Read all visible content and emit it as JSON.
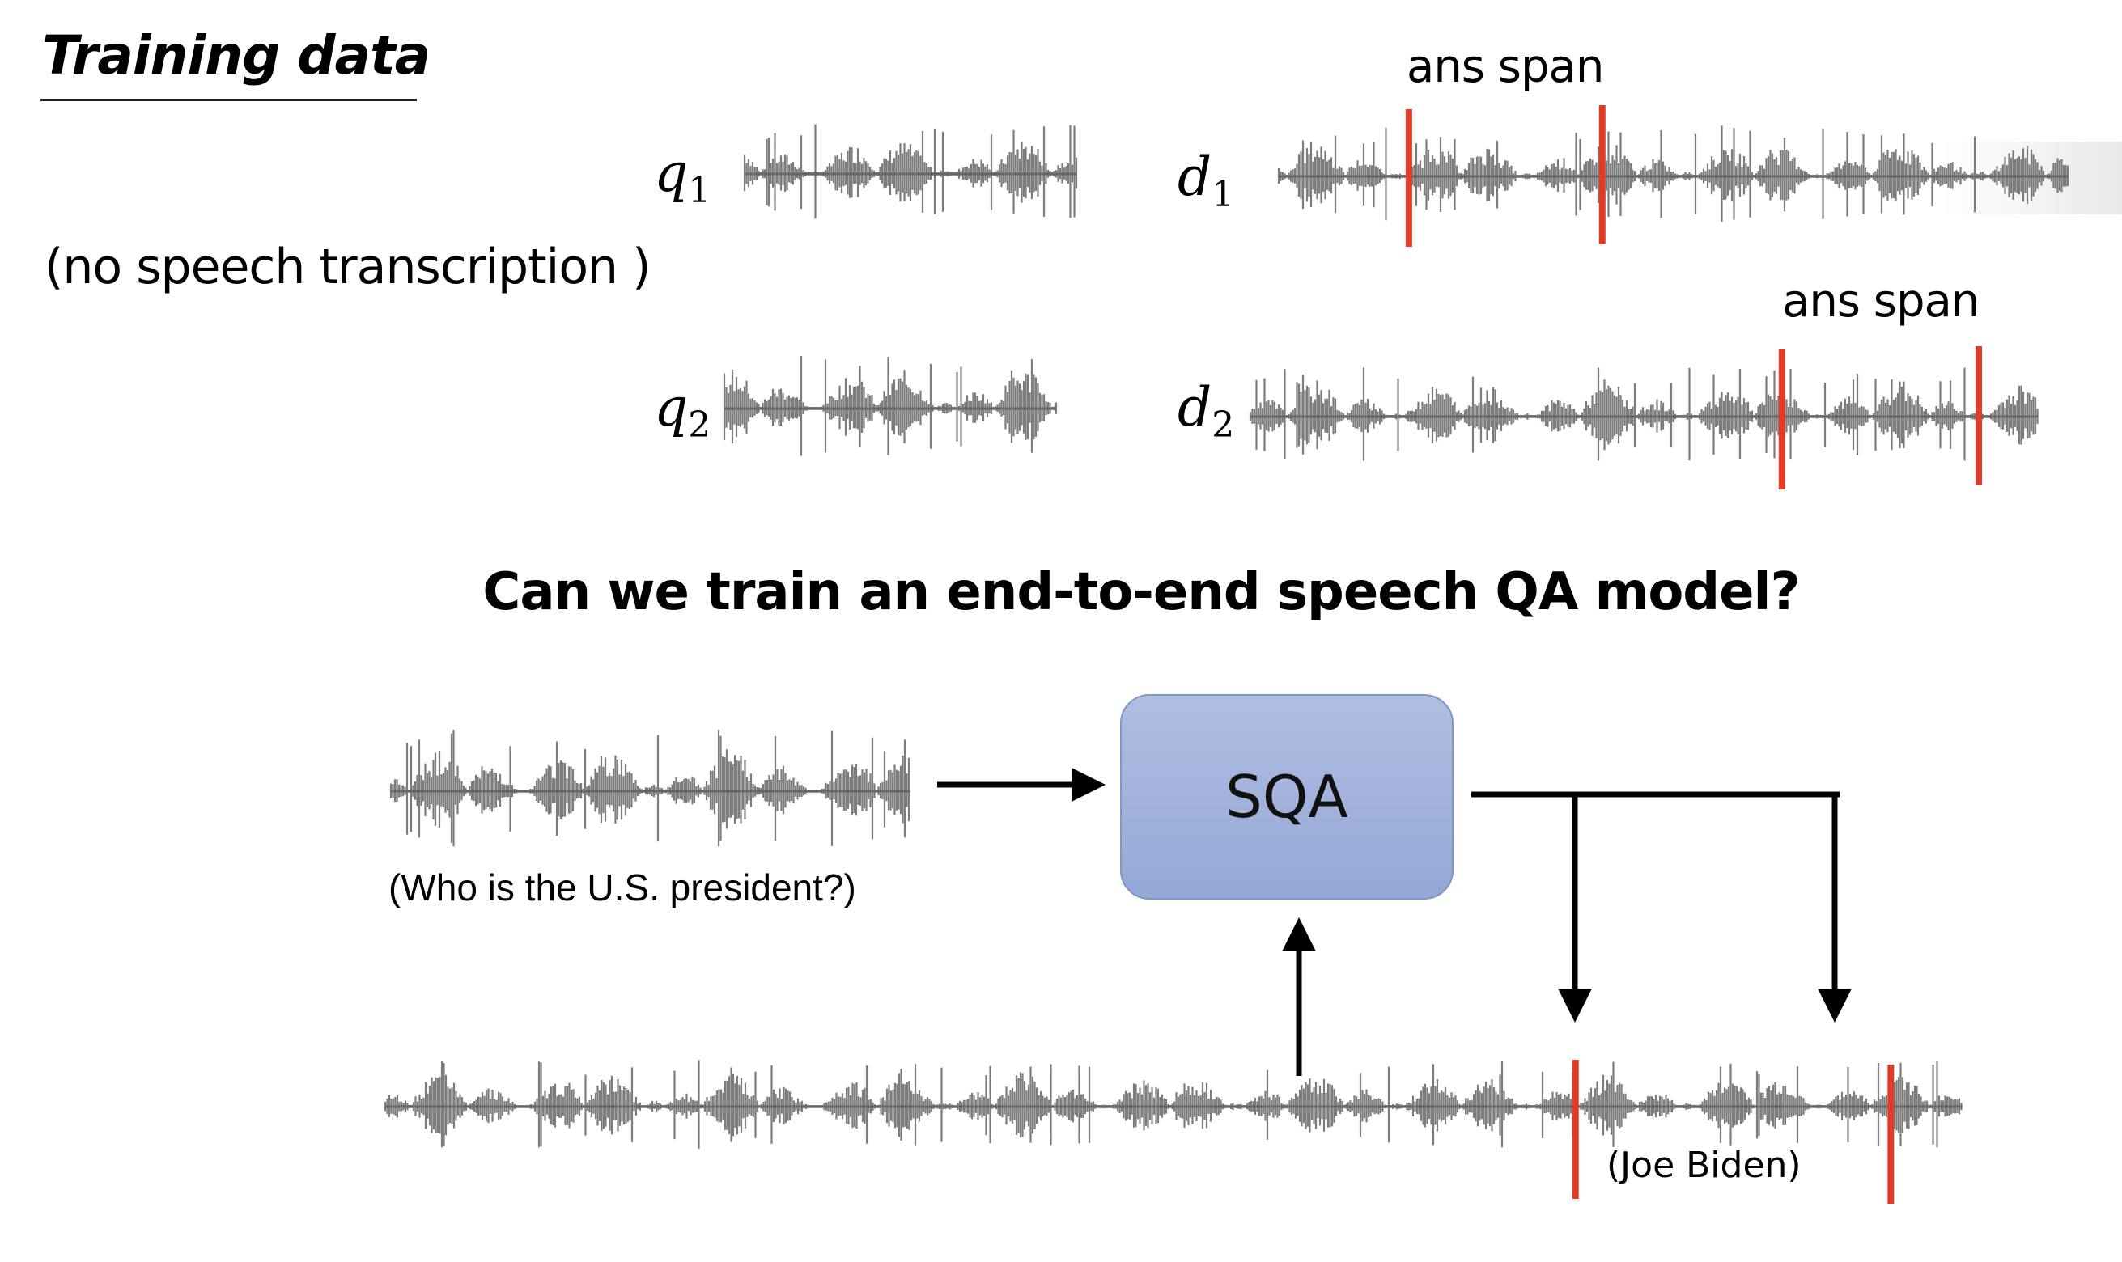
{
  "slide": {
    "title": "Training data",
    "note": "(no speech transcription )",
    "question_heading": "Can we train an end-to-end speech QA model?",
    "ans_span_label_1": "ans span",
    "ans_span_label_2": "ans span",
    "pairs": [
      {
        "query_var": "q",
        "query_sub": "1",
        "doc_var": "d",
        "doc_sub": "1",
        "answer_span_fraction": [
          0.165,
          0.41
        ]
      },
      {
        "query_var": "q",
        "query_sub": "2",
        "doc_var": "d",
        "doc_sub": "2",
        "answer_span_fraction": [
          0.675,
          0.925
        ]
      }
    ]
  },
  "diagram": {
    "model_label": "SQA",
    "question_caption": "(Who is the U.S. president?)",
    "answer_caption": "(Joe Biden)",
    "document_answer_span_fraction": [
      0.755,
      0.955
    ]
  },
  "colors": {
    "waveform": "#666666",
    "answer_marker": "#E03C28",
    "model_box_top": "#b0bee0",
    "model_box_bottom": "#95a8d6",
    "arrow": "#000000"
  }
}
